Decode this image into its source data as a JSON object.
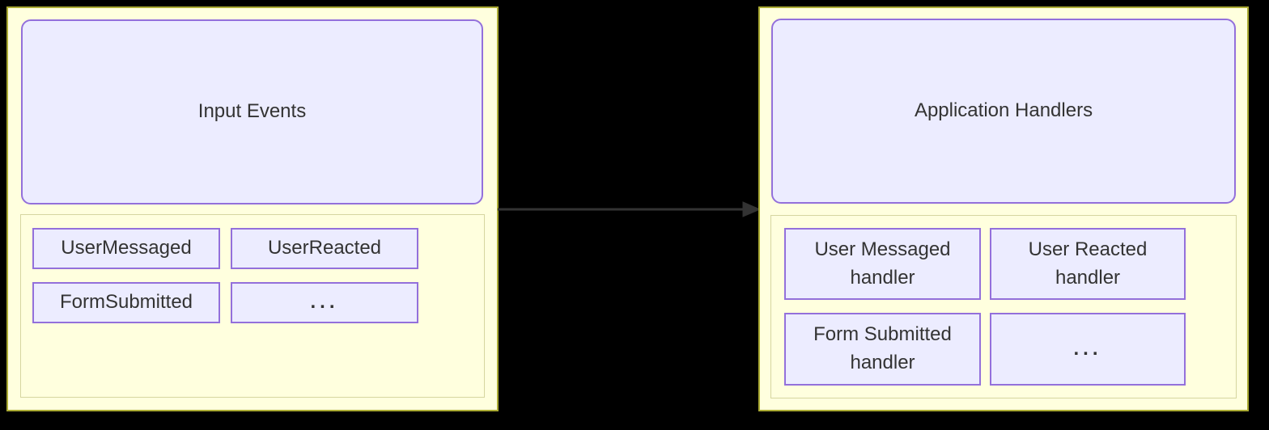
{
  "colors": {
    "background": "#000000",
    "cluster_fill": "#ffffde",
    "cluster_border": "#aaaa33",
    "inner_cluster_border": "#d6d6a0",
    "node_fill": "#ececff",
    "node_border": "#9370db",
    "text": "#333333",
    "arrow": "#333333"
  },
  "left_group": {
    "title": "Input Events",
    "items": [
      "UserMessaged",
      "UserReacted",
      "FormSubmitted",
      "..."
    ]
  },
  "right_group": {
    "title": "Application Handlers",
    "items": [
      "User Messaged handler",
      "User Reacted handler",
      "Form Submitted handler",
      "..."
    ]
  }
}
